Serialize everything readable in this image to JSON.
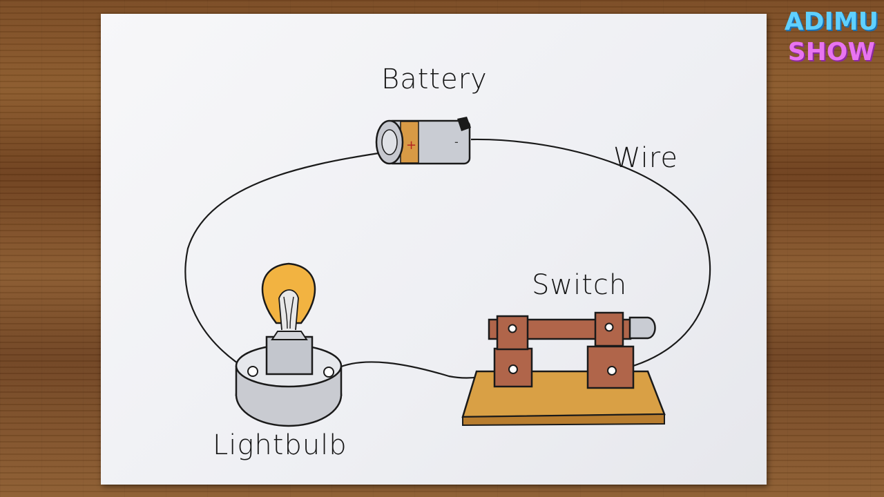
{
  "labels": {
    "battery": "Battery",
    "wire": "Wire",
    "switch": "Switch",
    "lightbulb": "Lightbulb"
  },
  "battery_markings": {
    "positive": "+",
    "negative": "-"
  },
  "logo": {
    "line1": "ADIMU",
    "line2": "SHOW"
  },
  "colors": {
    "wood_table": "#7a4a22",
    "paper": "#f1f2f5",
    "bulb_glass": "#f2b341",
    "battery_band": "#d89a45",
    "switch_brown": "#b0654a",
    "switch_base": "#d9a045",
    "logo_blue": "#5fd0ff",
    "logo_pink": "#e874f0"
  }
}
